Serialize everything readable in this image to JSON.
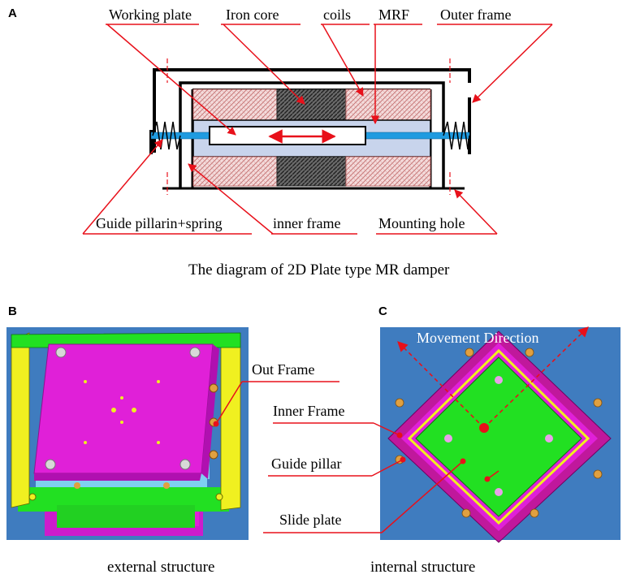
{
  "panel_a": {
    "letter": "A",
    "labels": {
      "working_plate": "Working plate",
      "iron_core": "Iron core",
      "coils": "coils",
      "mrf": "MRF",
      "outer_frame": "Outer frame",
      "guide_pillar_spring": "Guide pillarin+spring",
      "inner_frame": "inner frame",
      "mounting_hole": "Mounting hole"
    },
    "caption": "The diagram of 2D Plate type MR damper"
  },
  "panel_b": {
    "letter": "B",
    "labels": {
      "out_frame": "Out Frame"
    },
    "caption": "external structure"
  },
  "panel_c": {
    "letter": "C",
    "labels": {
      "movement_direction": "Movement Direction",
      "inner_frame": "Inner Frame",
      "guide_pillar": "Guide pillar",
      "slide_plate": "Slide plate"
    },
    "caption": "internal structure"
  },
  "colors": {
    "annotation_red": "#e8101a",
    "coil_hatch": "#e8b8b8",
    "iron_core": "#555555",
    "mrf_fill": "#c8d4ec",
    "pillar_blue": "#1f9be0",
    "magenta": "#e020d8",
    "green": "#22e022",
    "yellow": "#f0f020",
    "render_bg": "#3f7cbf"
  }
}
